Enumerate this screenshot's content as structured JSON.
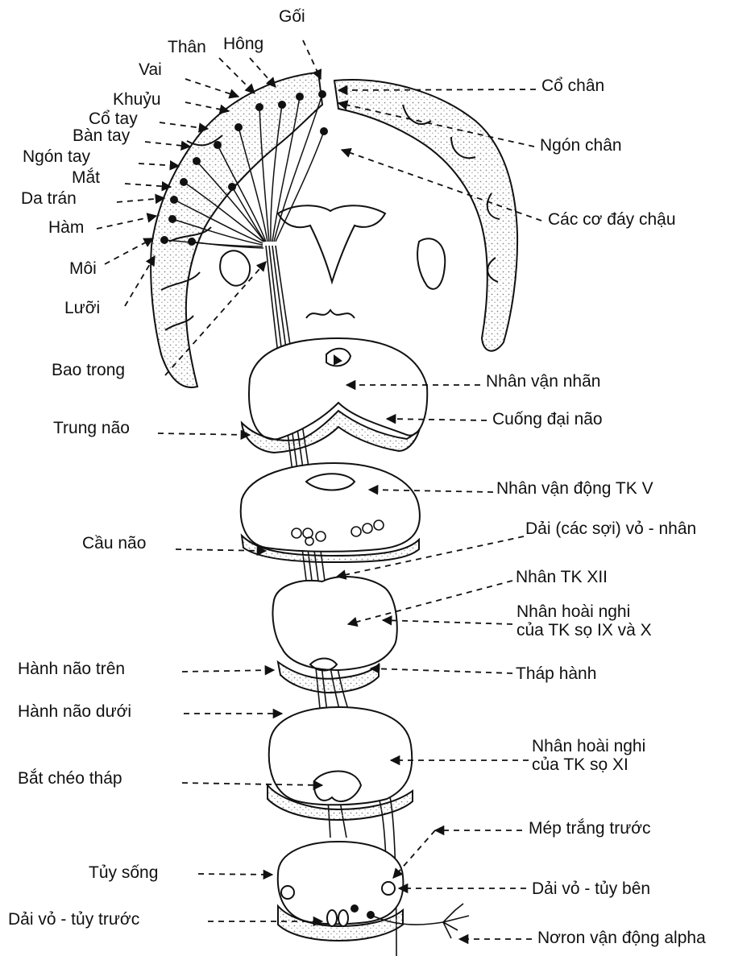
{
  "colors": {
    "ink": "#111111",
    "stipple": "#8a8a8a",
    "background": "#ffffff"
  },
  "labels": {
    "goi": "Gối",
    "hong": "Hông",
    "than": "Thân",
    "vai": "Vai",
    "khuyu": "Khuỷu",
    "co_tay": "Cổ tay",
    "ban_tay": "Bàn tay",
    "ngon_tay": "Ngón tay",
    "mat": "Mắt",
    "da_tran": "Da trán",
    "ham": "Hàm",
    "moi": "Môi",
    "luoi": "Lưỡi",
    "bao_trong": "Bao trong",
    "co_chan": "Cổ chân",
    "ngon_chan": "Ngón chân",
    "cac_co_day_chau": "Các cơ đáy chậu",
    "nhan_van_nhan": "Nhân vận nhãn",
    "trung_nao": "Trung não",
    "cuong_dai_nao": "Cuống đại não",
    "nhan_van_dong_tk_v": "Nhân vận động TK V",
    "cau_nao": "Cầu não",
    "dai_vo_nhan": "Dải (các sợi) vỏ - nhân",
    "nhan_tk_xii": "Nhân TK XII",
    "nhan_hoai_nghi_ix_x": "Nhân hoài nghi\ncủa TK sọ IX và X",
    "hanh_nao_tren": "Hành não trên",
    "thap_hanh": "Tháp hành",
    "hanh_nao_duoi": "Hành não dưới",
    "nhan_hoai_nghi_xi": "Nhân hoài nghi\ncủa TK sọ XI",
    "bat_cheo_thap": "Bắt chéo tháp",
    "mep_trang_truoc": "Mép trắng trước",
    "tuy_song": "Tủy sống",
    "dai_vo_tuy_ben": "Dải vỏ - tủy bên",
    "dai_vo_tuy_truoc": "Dải vỏ - tủy trước",
    "noron_van_dong_alpha": "Nơron vận động alpha"
  }
}
